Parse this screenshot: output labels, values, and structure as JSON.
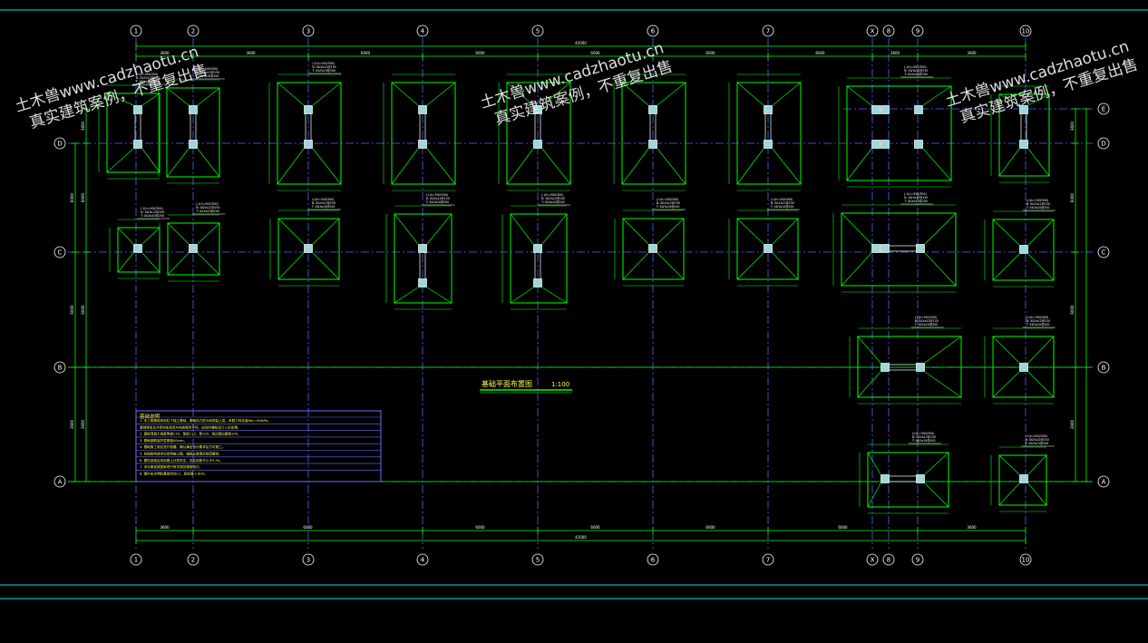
{
  "drawing": {
    "plan_title": "基础平面布置图",
    "plan_scale": "1:100",
    "colors": {
      "background": "#000000",
      "frame": "#00e6e6",
      "grid_line": "#00ff00",
      "axis_line": "#4d6bff",
      "footing": "#00ff00",
      "column": "#9dd8d8",
      "dimension": "#00ff00",
      "dim_text": "#ffffff",
      "label": "#ffffff",
      "notes_box": "#6c6cff",
      "title_text": "#ffff44",
      "watermark": "#f0f0f0"
    }
  },
  "axes": {
    "vertical_top": [
      "1",
      "2",
      "3",
      "4",
      "5",
      "6",
      "7",
      "X",
      "8",
      "9",
      "10"
    ],
    "vertical_bottom": [
      "1",
      "2",
      "3",
      "4",
      "5",
      "6",
      "7",
      "X",
      "8",
      "9",
      "10"
    ],
    "horizontal_left": [
      "D",
      "C",
      "B",
      "A"
    ],
    "horizontal_right": [
      "E",
      "D",
      "C",
      "B",
      "A"
    ]
  },
  "dimensions": {
    "top_overall": "42000",
    "bottom_overall": "42000",
    "top_segments": [
      "3600",
      "3600",
      "6000",
      "6000",
      "6000",
      "6000",
      "6000",
      "3600",
      "3600"
    ],
    "bottom_segments": [
      "3600",
      "6000",
      "6000",
      "6000",
      "6000",
      "6000",
      "3600"
    ],
    "left_segments": [
      "3600",
      "6000",
      "6000",
      "3600"
    ],
    "right_segments": [
      "3600",
      "6000",
      "6000",
      "3600"
    ]
  },
  "notes": {
    "title": "基础说明",
    "lines": [
      "1. 本工程基础采用柱下独立基础，基础持力层为粉质粘土层，承载力特征值fak=160kPa。",
      "   基础埋深及开挖时如发现与地质报告不符，应及时通知设计人员处理。",
      "2. 基础混凝土强度等级C30，垫层C15，厚100，每边宽出基础100。",
      "3. 基础钢筋保护层厚度40mm。",
      "4. 基础施工前应进行验槽，确认满足设计要求后方可施工。",
      "5. 柱插筋构造详见结构施工图，锚固长度满足规范要求。",
      "6. 基坑回填应采用素土分层夯实，压实系数不小于0.94。",
      "7. 未尽事宜按国家现行有关规范规程执行。",
      "8. 图中未注明的基础均为J-1，底标高-1.800。"
    ]
  },
  "footing_tags": {
    "line1": "J-1(h=500/300)",
    "line2": "B: X&Y⌀12@150",
    "line3": "T: X&Y⌀10@200"
  },
  "watermarks": [
    {
      "line1": "土木兽www.cadzhaotu.cn",
      "line2": "真实建筑案例，不重复出售"
    },
    {
      "line1": "土木兽www.cadzhaotu.cn",
      "line2": "真实建筑案例，不重复出售"
    },
    {
      "line1": "土木兽www.cadzhaotu.cn",
      "line2": "真实建筑案例，不重复出售"
    }
  ]
}
